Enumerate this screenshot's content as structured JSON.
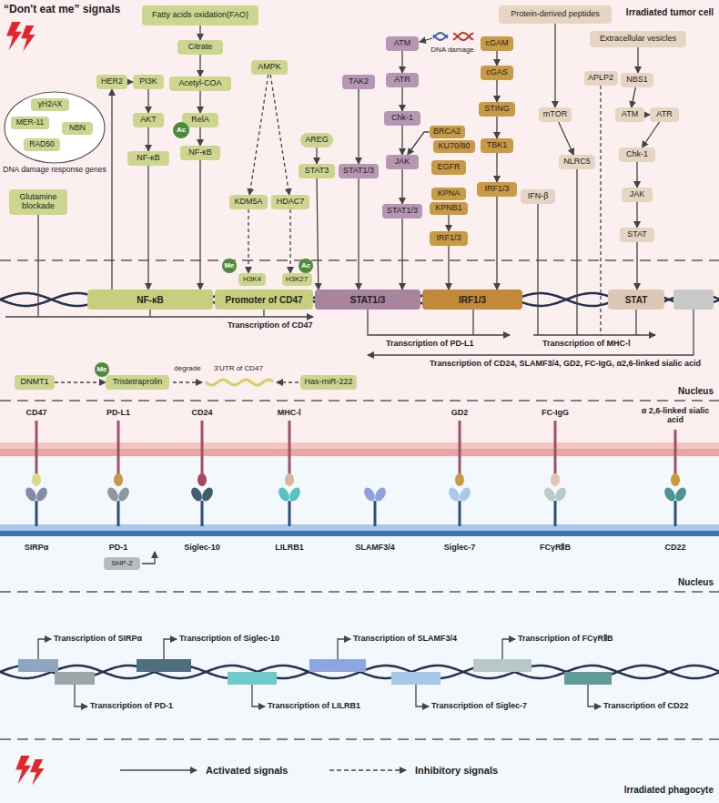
{
  "diagram": {
    "title": "“Don't eat me” signals",
    "nodes": [
      {
        "text": [
          "Fatty acids oxidation(FAO)"
        ]
      },
      {
        "text": [
          "Citrate"
        ]
      },
      {
        "text": [
          "Acetyl-COA"
        ]
      },
      {
        "text": [
          "RelA"
        ]
      },
      {
        "text": [
          "Ac"
        ]
      },
      {
        "text": [
          "NF-κB"
        ]
      },
      {
        "text": [
          "AMPK"
        ]
      },
      {
        "text": [
          "KDM5A"
        ]
      },
      {
        "text": [
          "HDAC7"
        ]
      },
      {
        "text": [
          "HER2"
        ]
      },
      {
        "text": [
          "PI3K"
        ]
      },
      {
        "text": [
          "AKT"
        ]
      },
      {
        "text": [
          "NF-κB"
        ]
      },
      {
        "text": [
          "DNA damage response genes"
        ]
      },
      {
        "text": [
          "γH2AX"
        ],
        "in": 13
      },
      {
        "text": [
          "MER-11"
        ],
        "in": 13
      },
      {
        "text": [
          "NBN"
        ],
        "in": 13
      },
      {
        "text": [
          "RAD50"
        ],
        "in": 13
      },
      {
        "text": [
          "Glutamine blockade"
        ]
      },
      {
        "text": [
          "AREG"
        ]
      },
      {
        "text": [
          "STAT3"
        ]
      },
      {
        "text": [
          "TAK2"
        ]
      },
      {
        "text": [
          "STAT1/3"
        ]
      },
      {
        "text": [
          "ATM"
        ]
      },
      {
        "text": [
          "ATR"
        ]
      },
      {
        "text": [
          "Chk-1"
        ]
      },
      {
        "text": [
          "JAK"
        ]
      },
      {
        "text": [
          "STAT1/3"
        ]
      },
      {
        "text": [
          "BRCA2"
        ]
      },
      {
        "text": [
          "KU70/80"
        ]
      },
      {
        "text": [
          "EGFR"
        ]
      },
      {
        "text": [
          "KPNA"
        ]
      },
      {
        "text": [
          "KPNB1"
        ]
      },
      {
        "text": [
          "IRF1/3"
        ]
      },
      {
        "text": [
          "cGAM"
        ]
      },
      {
        "text": [
          "cGAS"
        ]
      },
      {
        "text": [
          "STING"
        ]
      },
      {
        "text": [
          "TBK1"
        ]
      },
      {
        "text": [
          "IRF1/3"
        ]
      },
      {
        "text": [
          "Protein-derived peptides"
        ]
      },
      {
        "text": [
          "Extracellular vesicles"
        ]
      },
      {
        "text": [
          "APLP2"
        ]
      },
      {
        "text": [
          "mTOR"
        ]
      },
      {
        "text": [
          "NLRC5"
        ]
      },
      {
        "text": [
          "IFN-β"
        ]
      },
      {
        "text": [
          "NBS1"
        ]
      },
      {
        "text": [
          "ATM"
        ]
      },
      {
        "text": [
          "ATR"
        ]
      },
      {
        "text": [
          "Chk-1"
        ]
      },
      {
        "text": [
          "JAK"
        ]
      },
      {
        "text": [
          "STAT"
        ]
      },
      {
        "text": [
          "NF-κB"
        ]
      },
      {
        "text": [
          "Promoter of CD47"
        ]
      },
      {
        "text": [
          "Me"
        ]
      },
      {
        "text": [
          "H3K4"
        ]
      },
      {
        "text": [
          "Ac"
        ]
      },
      {
        "text": [
          "H3K27"
        ]
      },
      {
        "text": [
          "STAT1/3"
        ]
      },
      {
        "text": [
          "IRF1/3"
        ]
      },
      {
        "text": [
          "STAT"
        ]
      },
      {
        "text": [
          "DNMT1"
        ]
      },
      {
        "text": [
          "Me"
        ]
      },
      {
        "text": [
          "Tristetraprolin"
        ]
      },
      {
        "text": [
          "Has-miR-222"
        ]
      },
      {
        "text": [
          "SHP-2"
        ]
      }
    ],
    "edges": [
      {
        "from": 0,
        "to": 1,
        "arrow": "to"
      },
      {
        "from": 1,
        "to": 2,
        "arrow": "to"
      },
      {
        "from": 2,
        "to": 3,
        "arrow": "to"
      },
      {
        "from": 3,
        "to": 5,
        "arrow": "to"
      },
      {
        "from": 5,
        "to": 51,
        "arrow": "to"
      },
      {
        "from": 9,
        "to": 10,
        "arrow": "to"
      },
      {
        "from": 10,
        "to": 11,
        "arrow": "to"
      },
      {
        "from": 11,
        "to": 12,
        "arrow": "to"
      },
      {
        "from": 12,
        "to": 51,
        "arrow": "to"
      },
      {
        "from": 51,
        "to": 9,
        "arrow": "to"
      },
      {
        "from": 6,
        "to": 7,
        "arrow": "to"
      },
      {
        "from": 6,
        "to": 8,
        "arrow": "to"
      },
      {
        "from": 7,
        "to": 54,
        "arrow": "to"
      },
      {
        "from": 8,
        "to": 56,
        "arrow": "to"
      },
      {
        "from": 19,
        "to": 20,
        "arrow": "to"
      },
      {
        "from": 20,
        "to": 57,
        "arrow": "to"
      },
      {
        "from": 21,
        "to": 22,
        "arrow": "to"
      },
      {
        "from": 22,
        "to": 57,
        "arrow": "to"
      },
      {
        "from": 23,
        "to": 24,
        "arrow": "to"
      },
      {
        "from": 24,
        "to": 25,
        "arrow": "to"
      },
      {
        "from": 25,
        "to": 26,
        "arrow": "to"
      },
      {
        "from": 26,
        "to": 27,
        "arrow": "to"
      },
      {
        "from": 27,
        "to": 57,
        "arrow": "to"
      },
      {
        "from": 28,
        "to": 26,
        "arrow": "to"
      },
      {
        "from": 32,
        "to": 33,
        "arrow": "to"
      },
      {
        "from": 33,
        "to": 58,
        "arrow": "to"
      },
      {
        "from": 34,
        "to": 35,
        "arrow": "to"
      },
      {
        "from": 35,
        "to": 36,
        "arrow": "to"
      },
      {
        "from": 36,
        "to": 37,
        "arrow": "to"
      },
      {
        "from": 37,
        "to": 38,
        "arrow": "to"
      },
      {
        "from": 38,
        "to": 58,
        "arrow": "to"
      },
      {
        "from": 39,
        "to": 42,
        "arrow": "to"
      },
      {
        "from": 42,
        "to": 43,
        "arrow": "to"
      },
      {
        "from": 40,
        "to": 45,
        "arrow": "to"
      },
      {
        "from": 45,
        "to": 46,
        "arrow": "to"
      },
      {
        "from": 46,
        "to": 47,
        "arrow": "to"
      },
      {
        "from": 47,
        "to": 48,
        "arrow": "to"
      },
      {
        "from": 48,
        "to": 49,
        "arrow": "to"
      },
      {
        "from": 49,
        "to": 50,
        "arrow": "to"
      },
      {
        "from": 50,
        "to": 59,
        "arrow": "to"
      },
      {
        "from": 60,
        "to": 62,
        "arrow": "to"
      }
    ],
    "labels": [
      "Irradiated tumor cell",
      "DNA damage",
      "Transcription of CD47",
      "Transcription of PD-L1",
      "Transcription of MHC-Ⅰ",
      "Transcription of CD24, SLAMF3/4, GD2, FC-IgG, α2,6-linked sialic acid",
      "degrade",
      "3'UTR of CD47",
      "Nucleus",
      "CD47",
      "PD-L1",
      "CD24",
      "MHC-Ⅰ",
      "GD2",
      "FC-IgG",
      "α 2,6-linked sialic acid",
      "SIRPα",
      "PD-1",
      "Siglec-10",
      "LILRB1",
      "SLAMF3/4",
      "Siglec-7",
      "FCγRⅡB",
      "CD22",
      "Nucleus",
      "Transcription of SIRPα",
      "Transcription of PD-1",
      "Transcription of Siglec-10",
      "Transcription of LILRB1",
      "Transcription of SLAMF3/4",
      "Transcription of Siglec-7",
      "Transcription of FCγRⅡB",
      "Transcription of CD22",
      "Irradiated phagocyte"
    ],
    "legend": [
      {
        "text": "Activated signals"
      },
      {
        "text": "Inhibitory signals"
      }
    ]
  }
}
